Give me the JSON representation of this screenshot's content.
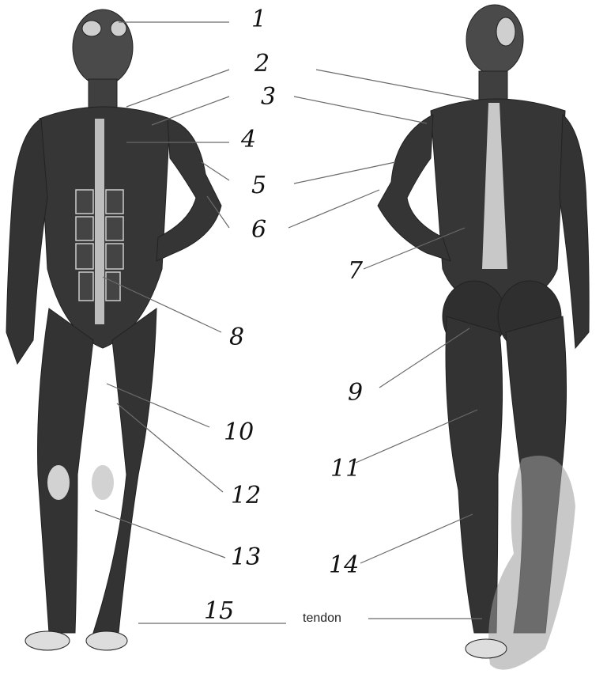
{
  "labels": [
    "1",
    "2",
    "3",
    "4",
    "5",
    "6",
    "7",
    "8",
    "9",
    "10",
    "11",
    "12",
    "13",
    "14",
    "15"
  ],
  "tendon_label": "tendon",
  "colors": {
    "muscle": "#2f2f2f",
    "muscle_mid": "#545454",
    "light": "#cfcfcf",
    "skin": "#e9e9e9",
    "line": "#6a6a6a"
  }
}
